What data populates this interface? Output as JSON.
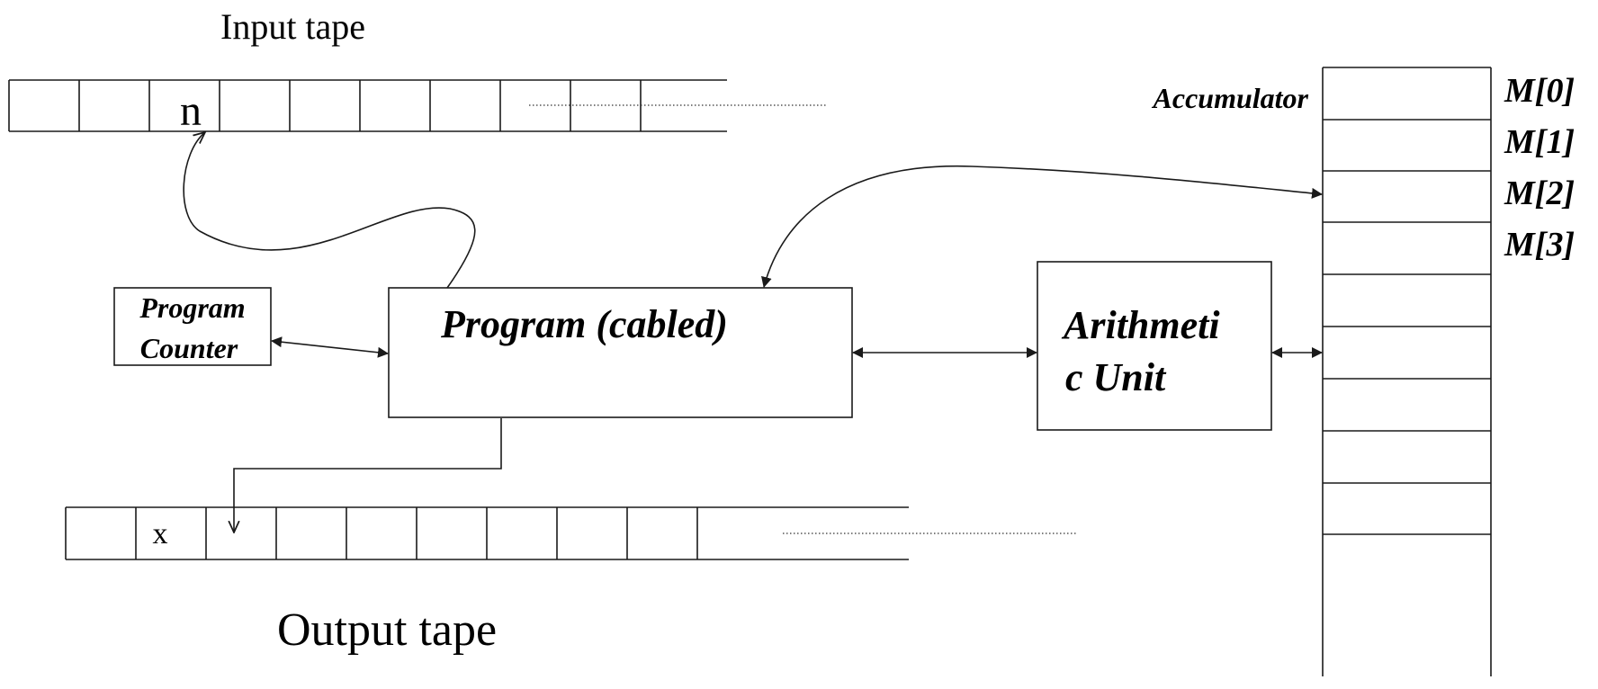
{
  "input_tape": {
    "title": "Input tape",
    "cells": [
      "",
      "",
      "n",
      "",
      "",
      "",
      "",
      "",
      "",
      ""
    ]
  },
  "output_tape": {
    "title": "Output tape",
    "cells": [
      "",
      "x",
      "",
      "",
      "",
      "",
      "",
      "",
      "",
      ""
    ]
  },
  "memory": {
    "accumulator_label": "Accumulator",
    "register_labels": [
      "M[0]",
      "M[1]",
      "M[2]",
      "M[3]"
    ]
  },
  "program_counter": {
    "line1": "Program",
    "line2": "Counter"
  },
  "program": {
    "label": "Program (cabled)"
  },
  "arithmetic_unit": {
    "line1": "Arithmeti",
    "line2": "c Unit"
  }
}
